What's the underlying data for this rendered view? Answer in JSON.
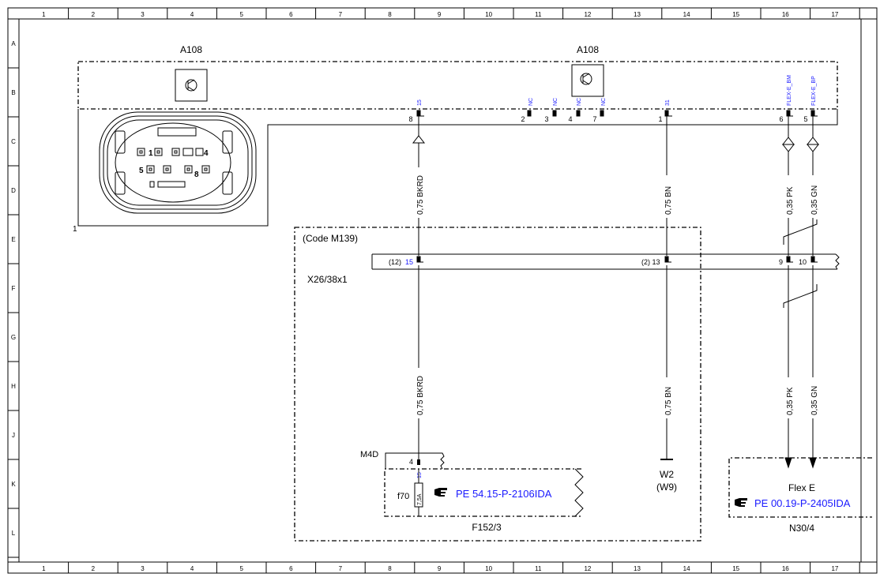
{
  "frame": {
    "columns": [
      "1",
      "2",
      "3",
      "4",
      "5",
      "6",
      "7",
      "8",
      "9",
      "10",
      "11",
      "12",
      "13",
      "14",
      "15",
      "16",
      "17"
    ],
    "rows": [
      "A",
      "B",
      "C",
      "D",
      "E",
      "F",
      "G",
      "H",
      "J",
      "K",
      "L"
    ]
  },
  "components": {
    "a108_left_label": "A108",
    "a108_right_label": "A108",
    "connector_view_label": "1",
    "code_box_label": "(Code M139)",
    "x26_label": "X26/38x1",
    "m4d_label": "M4D",
    "f70_label": "f70",
    "fuse_rating": "7,5A",
    "f152_label": "F152/3",
    "w2_label": "W2",
    "w9_label": "(W9)",
    "flex_e_label": "Flex E",
    "n30_label": "N30/4"
  },
  "connector_face": {
    "pins": [
      "1",
      "4",
      "5",
      "8"
    ]
  },
  "a108_pins": {
    "pin8": {
      "num": "8",
      "signal": "15"
    },
    "pin2": {
      "num": "2",
      "signal": "NC"
    },
    "pin3": {
      "num": "3",
      "signal": "NC"
    },
    "pin4": {
      "num": "4",
      "signal": "NC"
    },
    "pin7": {
      "num": "7",
      "signal": "NC"
    },
    "pin1": {
      "num": "1",
      "signal": "31"
    },
    "pin6": {
      "num": "6",
      "signal": "FLEX-E_BM"
    },
    "pin5": {
      "num": "5",
      "signal": "FLEX-E_BP"
    }
  },
  "wires": {
    "bkrd_upper": "0,75 BKRD",
    "bkrd_lower": "0,75 BKRD",
    "bn_upper": "0,75 BN",
    "bn_lower": "0,75 BN",
    "pk_upper": "0,35 PK",
    "pk_lower": "0,35 PK",
    "gn_upper": "0,35 GN",
    "gn_lower": "0,35 GN"
  },
  "x26_pins": {
    "left_prefix": "(12)",
    "left_signal": "15",
    "mid": "(2) 13",
    "p9": "9",
    "p10": "10"
  },
  "m4d_pin": {
    "num": "4",
    "signal": "15"
  },
  "references": {
    "fuse_ref": "PE 54.15-P-2106IDA",
    "flex_ref": "PE 00.19-P-2405IDA"
  },
  "colors": {
    "line": "#000000",
    "signal_text": "#1a1aff",
    "ref_text": "#1a1aff"
  },
  "icons": {
    "reference": "pointing-hand-icon",
    "transistor": "transistor-symbol-icon"
  }
}
